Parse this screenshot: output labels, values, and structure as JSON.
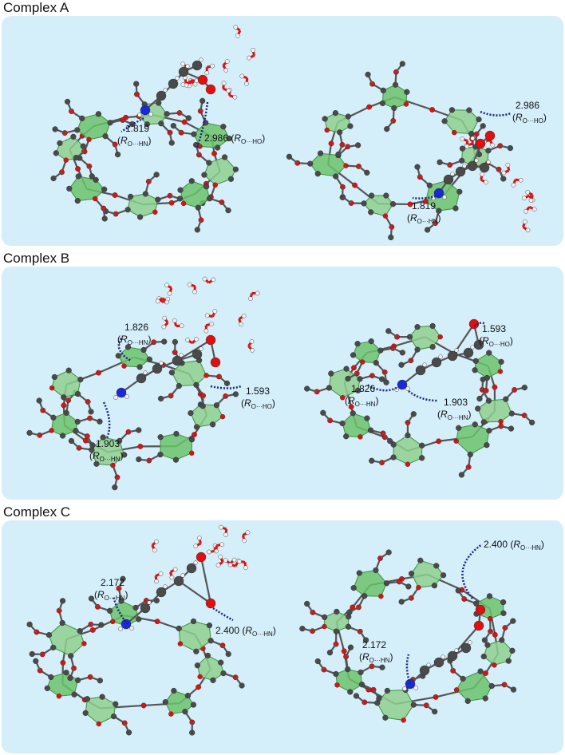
{
  "panels": [
    {
      "title": "Complex A",
      "labels": [
        {
          "value": "1.819",
          "sub": "O···HN"
        },
        {
          "value": "2.986",
          "sub": "O···HO"
        },
        {
          "value": "2.986",
          "sub": "O···HO"
        },
        {
          "value": "1.819",
          "sub": "O···HN"
        }
      ]
    },
    {
      "title": "Complex B",
      "labels": [
        {
          "value": "1.826",
          "sub": "O···HN"
        },
        {
          "value": "1.593",
          "sub": "O···HO"
        },
        {
          "value": "1.903",
          "sub": "O···HN"
        },
        {
          "value": "1.593",
          "sub": "O···HO"
        },
        {
          "value": "1.826",
          "sub": "O···HN"
        },
        {
          "value": "1.903",
          "sub": "O···HN"
        }
      ]
    },
    {
      "title": "Complex C",
      "labels": [
        {
          "value": "2.172",
          "sub": "O···HN"
        },
        {
          "value": "2.400",
          "sub": "O···HN"
        },
        {
          "value": "2.400",
          "sub": "O···HN"
        },
        {
          "value": "2.172",
          "sub": "O···HN"
        }
      ]
    }
  ],
  "symbol": "R",
  "colors": {
    "panel_bg": "#d4eefa",
    "ring": "#6cc36c",
    "ring_dark": "#3f8f3f",
    "carbon": "#4a4a4a",
    "oxygen": "#e01010",
    "nitrogen": "#1a2ad6",
    "hydrogen": "#f2f2f2",
    "hbond": "#1a237e"
  }
}
